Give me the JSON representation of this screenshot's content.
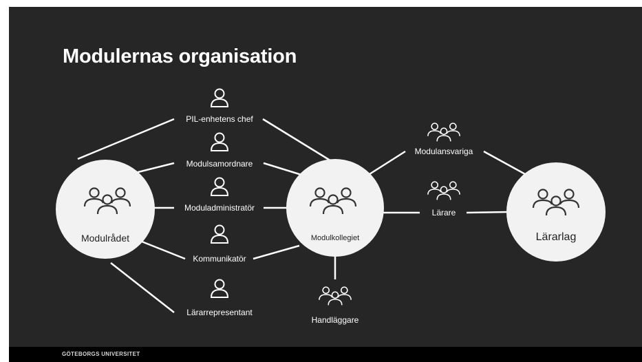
{
  "slide": {
    "title": "Modulernas organisation",
    "footer": "GÖTEBORGS UNIVERSITET"
  },
  "nodes": {
    "modulradet": "Modulrådet",
    "modulkollegiet": "Modulkollegiet",
    "lararlag": "Lärarlag",
    "handlaggare": "Handläggare"
  },
  "roles": {
    "pil_chef": "PIL-enhetens chef",
    "modulsamordnare": "Modulsamordnare",
    "moduladministrator": "Moduladministratör",
    "kommunikator": "Kommunikatör",
    "lararrepresentant": "Lärarrepresentant",
    "modulansvariga": "Modulansvariga",
    "larare": "Lärare"
  },
  "colors": {
    "background": "#262626",
    "circle_fill": "#f2f2f2",
    "line": "#ffffff",
    "footer": "#000000"
  },
  "icons": {
    "person": "person-icon",
    "group": "group-icon"
  }
}
